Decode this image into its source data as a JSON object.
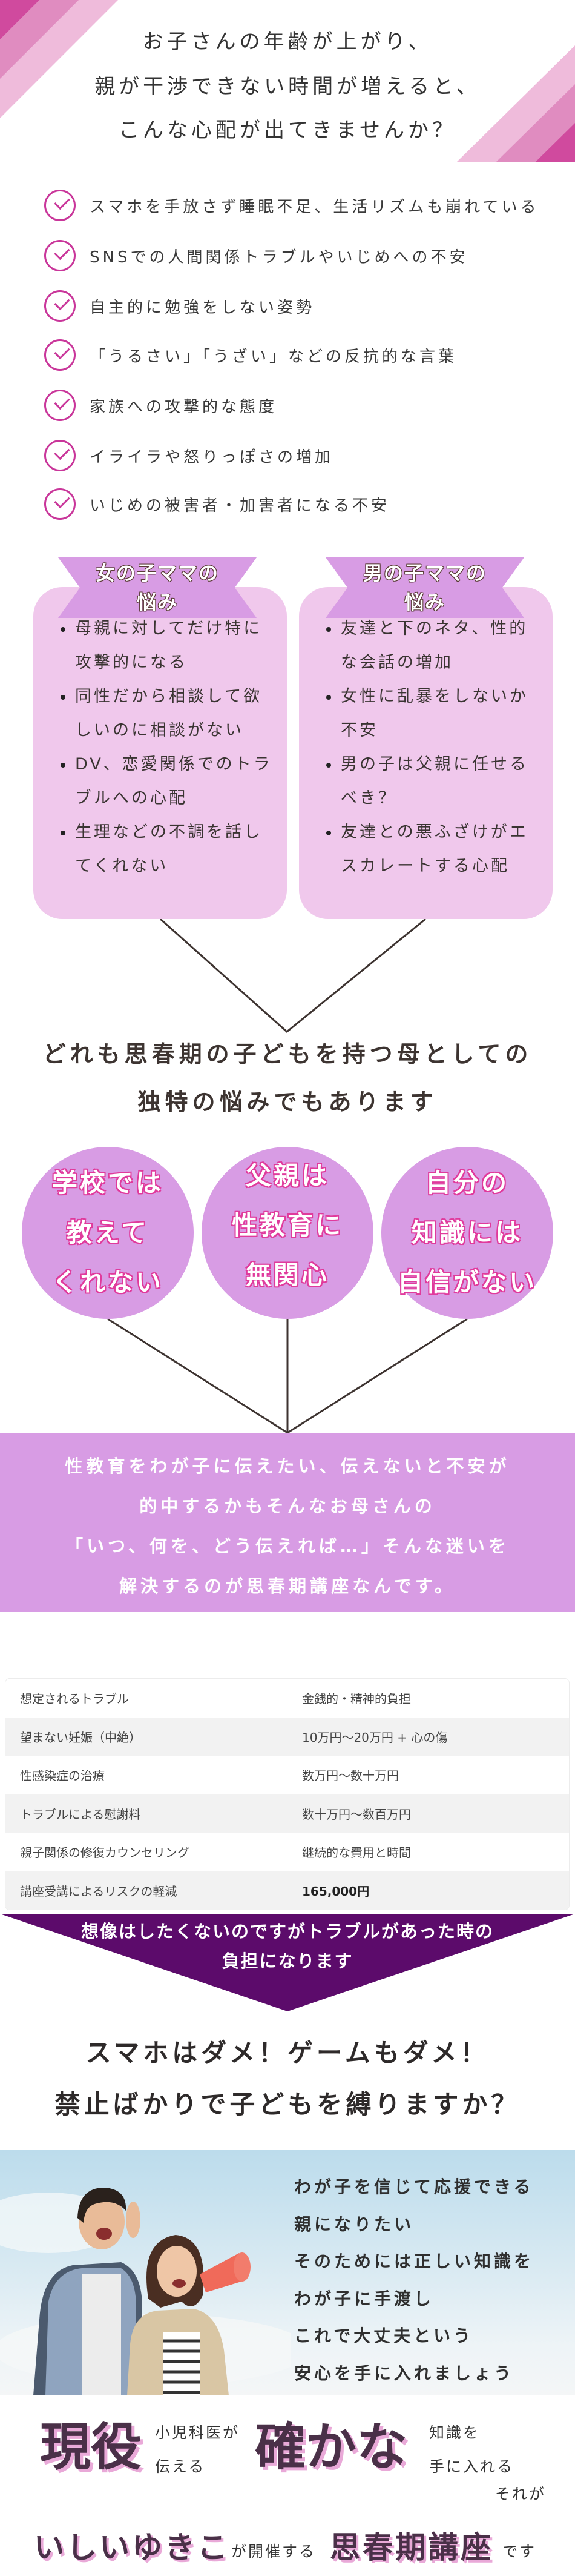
{
  "colors": {
    "stripe_dark": "#d04a9e",
    "stripe_mid": "#e08cc0",
    "stripe_light": "#efbbdb",
    "check": "#c9369a",
    "lilac": "#d89ce4",
    "box": "#f0c8ec",
    "triangle": "#5c0b6b",
    "line": "#3d3330"
  },
  "header": {
    "lines": [
      "お子さんの年齢が上がり、",
      "親が干渉できない時間が増えると、",
      "こんな心配が出てきませんか？"
    ]
  },
  "checklist": [
    "スマホを手放さず睡眠不足、生活リズムも崩れている",
    "SNSでの人間関係トラブルやいじめへの不安",
    "自主的に勉強をしない姿勢",
    "「うるさい」「うざい」などの反抗的な言葉",
    "家族への攻撃的な態度",
    "イライラや怒りっぽさの増加",
    "いじめの被害者・加害者になる不安"
  ],
  "girls": {
    "title": [
      "女の子ママの",
      "悩み"
    ],
    "items": [
      "母親に対してだけ特に攻撃的になる",
      "同性だから相談して欲しいのに相談がない",
      "DV、恋愛関係でのトラブルへの心配",
      "生理などの不調を話してくれない"
    ]
  },
  "boys": {
    "title": [
      "男の子ママの",
      "悩み"
    ],
    "items": [
      "友達と下のネタ、性的な会話の増加",
      "女性に乱暴をしないか不安",
      "男の子は父親に任せるべき？",
      "友達との悪ふざけがエスカレートする心配"
    ]
  },
  "summary": {
    "lines": [
      "どれも思春期の子どもを持つ母としての",
      "独特の悩みでもあります"
    ]
  },
  "bubbles": [
    [
      "学校では",
      "教えて",
      "くれない"
    ],
    [
      "父親は",
      "性教育に",
      "無関心"
    ],
    [
      "自分の",
      "知識には",
      "自信がない"
    ]
  ],
  "band": {
    "lines": [
      "性教育をわが子に伝えたい、伝えないと不安が",
      "的中するかもそんなお母さんの",
      "「いつ、何を、どう伝えれば…」そんな迷いを",
      "解決するのが思春期講座なんです。"
    ]
  },
  "table": {
    "rows": [
      [
        "想定されるトラブル",
        "金銭的・精神的負担"
      ],
      [
        "望まない妊娠（中絶）",
        "10万円〜20万円 + 心の傷"
      ],
      [
        "性感染症の治療",
        "数万円〜数十万円"
      ],
      [
        "トラブルによる慰謝料",
        "数十万円〜数百万円"
      ],
      [
        "親子関係の修復カウンセリング",
        "継続的な費用と時間"
      ],
      [
        "講座受講によるリスクの軽減",
        "165,000円"
      ]
    ]
  },
  "triangle": {
    "lines": [
      "想像はしたくないのですがトラブルがあった時の",
      "負担になります"
    ]
  },
  "headline": {
    "lines": [
      "スマホはダメ！ゲームもダメ！",
      "禁止ばかりで子どもを縛りますか？"
    ]
  },
  "photo": {
    "lines": [
      "わが子を信じて応援できる",
      "親になりたい",
      "そのためには正しい知識を",
      "わが子に手渡し",
      "これで大丈夫という",
      "安心を手に入れましょう"
    ]
  },
  "closing": {
    "big1": "現役",
    "small1a": "小児科医が",
    "small1b": "伝える",
    "big2": "確かな",
    "small2a": "知識を",
    "small2b": "手に入れる",
    "small3": "それが",
    "name": "いしいゆきこ",
    "hosts": "が開催する",
    "course": "思春期講座",
    "desu": "です"
  }
}
